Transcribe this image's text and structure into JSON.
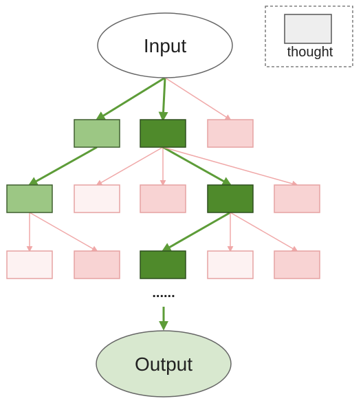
{
  "input_label": "Input",
  "output_label": "Output",
  "legend": {
    "label": "thought"
  },
  "ellipsis": "......",
  "colors": {
    "selected_dark": "#4f8a2b",
    "selected_light": "#9cc784",
    "rejected_pink": "#f8d3d3",
    "rejected_pale": "#fdf2f2",
    "legend_fill": "#eeeeee",
    "output_fill": "#d8e8cf",
    "green_arrow": "#5d9c38",
    "pink_arrow": "#f0a8a8"
  },
  "tree": {
    "levels": [
      [
        "selected-light",
        "selected-dark",
        "rejected-pink"
      ],
      [
        "selected-light",
        "rejected-pale",
        "rejected-pink",
        "selected-dark",
        "rejected-pink"
      ],
      [
        "rejected-pale",
        "rejected-pink",
        "selected-dark",
        "rejected-pale",
        "rejected-pink"
      ]
    ],
    "edges": [
      {
        "from": "input",
        "to": "L1-0",
        "kind": "selected"
      },
      {
        "from": "input",
        "to": "L1-1",
        "kind": "selected"
      },
      {
        "from": "input",
        "to": "L1-2",
        "kind": "rejected"
      },
      {
        "from": "L1-0",
        "to": "L2-0",
        "kind": "selected"
      },
      {
        "from": "L1-1",
        "to": "L2-1",
        "kind": "rejected"
      },
      {
        "from": "L1-1",
        "to": "L2-2",
        "kind": "rejected"
      },
      {
        "from": "L1-1",
        "to": "L2-3",
        "kind": "selected"
      },
      {
        "from": "L1-1",
        "to": "L2-4",
        "kind": "rejected"
      },
      {
        "from": "L2-0",
        "to": "L3-0",
        "kind": "rejected"
      },
      {
        "from": "L2-0",
        "to": "L3-1",
        "kind": "rejected"
      },
      {
        "from": "L2-3",
        "to": "L3-2",
        "kind": "selected"
      },
      {
        "from": "L2-3",
        "to": "L3-3",
        "kind": "rejected"
      },
      {
        "from": "L2-3",
        "to": "L3-4",
        "kind": "rejected"
      }
    ]
  }
}
